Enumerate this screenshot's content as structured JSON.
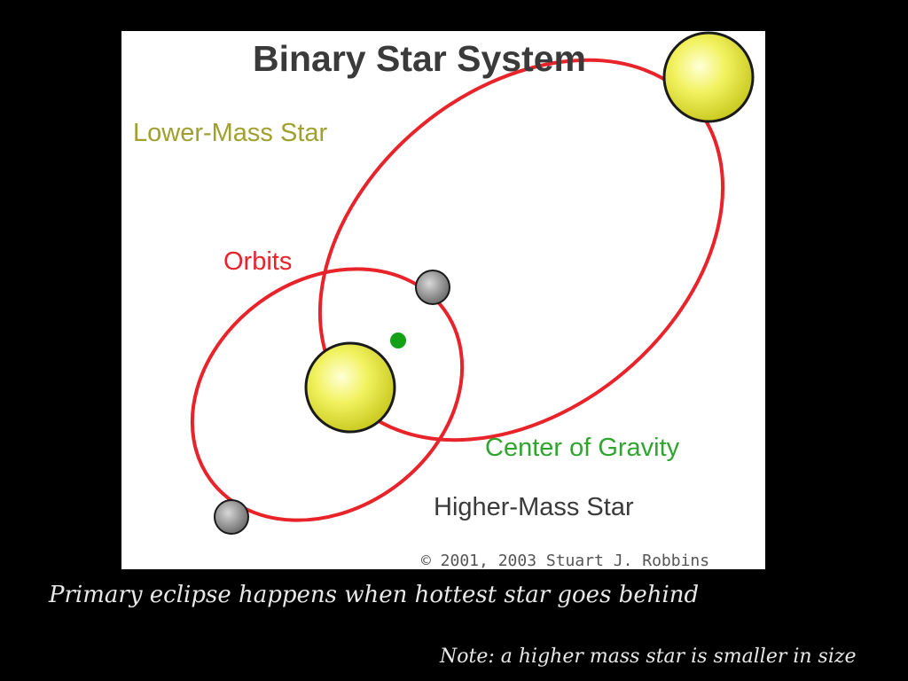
{
  "slide": {
    "caption": "Primary eclipse happens when hottest star goes behind",
    "note": "Note: a higher mass star is smaller in size"
  },
  "figure": {
    "title": "Binary Star System",
    "labels": {
      "lower_mass_star": "Lower-Mass Star",
      "orbits": "Orbits",
      "center_of_gravity": "Center of Gravity",
      "higher_mass_star": "Higher-Mass Star"
    },
    "copyright": "© 2001, 2003 Stuart J. Robbins",
    "colors": {
      "orbit": "#e8232a",
      "title": "#3a3a3a",
      "lower_mass_label": "#a0a030",
      "orbit_label": "#e8232a",
      "center_label": "#2ea62e",
      "higher_mass_label": "#3a3a3a",
      "large_star": "#e6e63a",
      "small_star": "#8a8a8a",
      "center_dot": "#14a014"
    }
  }
}
